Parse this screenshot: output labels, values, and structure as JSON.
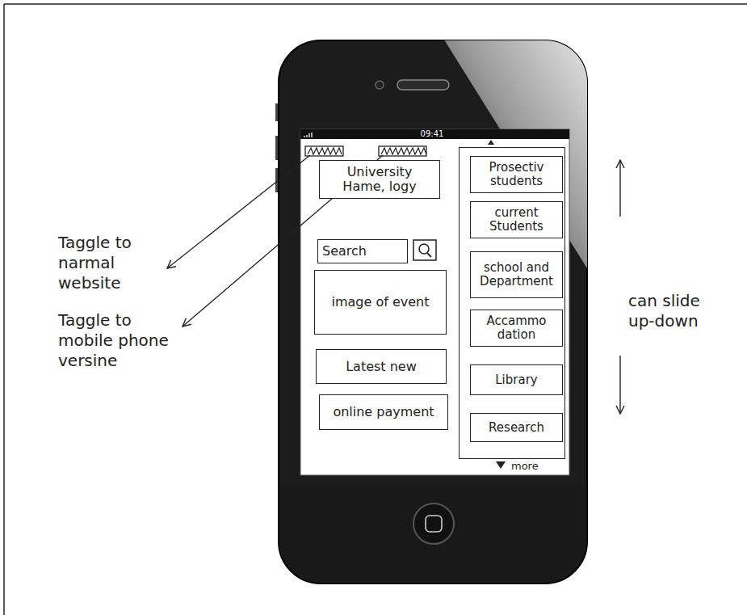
{
  "diagram": {
    "nodes": [
      {
        "text": [
          "University Hame, logy"
        ]
      },
      {
        "text": [
          "Search"
        ]
      },
      {
        "text": [
          "image of event"
        ]
      },
      {
        "text": [
          "Latest new"
        ]
      },
      {
        "text": [
          "online payment"
        ]
      },
      {
        "text": [
          "more"
        ]
      },
      {
        "text": [
          "Prosectiv students"
        ],
        "in": 5
      },
      {
        "text": [
          "current Students"
        ],
        "in": 5
      },
      {
        "text": [
          "school and Department"
        ],
        "in": 5
      },
      {
        "text": [
          "Accammo dation"
        ],
        "in": 5
      },
      {
        "text": [
          "Library"
        ],
        "in": 5
      },
      {
        "text": [
          "Research"
        ],
        "in": 5
      }
    ],
    "labels": [
      "09:41",
      "Taggle to narmal website",
      "Taggle to mobile phone versine",
      "can slide up-down"
    ]
  }
}
